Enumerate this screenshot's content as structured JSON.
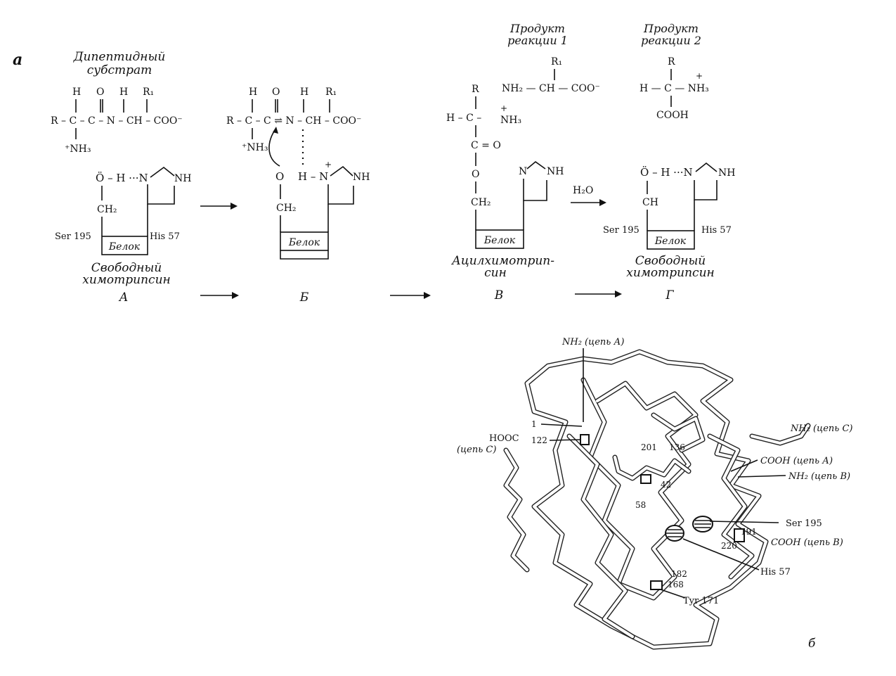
{
  "panel_a": {
    "panel_label": "а",
    "substrate_title": [
      "Дипептидный",
      "субстрат"
    ],
    "product1_title": [
      "Продукт",
      "реакции 1"
    ],
    "product2_title": [
      "Продукт",
      "реакции 2"
    ],
    "substrate_atoms": {
      "H_top1": "H",
      "O_top": "O",
      "H_top2": "H",
      "R1": "R₁",
      "chain": "R – C – C – N – CH – COO⁻",
      "NH3": "⁺NH₃"
    },
    "stage_A": {
      "imidazole_row": "Ö – H ···N",
      "NH": "NH",
      "CH2": "CH₂",
      "ser": "Ser 195",
      "his": "His 57",
      "protein": "Белок",
      "caption": [
        "Свободный",
        "химотрипсин"
      ],
      "letter": "А"
    },
    "stage_B": {
      "H1": "H",
      "O": "O",
      "H2": "H",
      "R1": "R₁",
      "chain": "R – C – C ⇌ N – CH – COO⁻",
      "NH3": "⁺NH₃",
      "O_ser": "O",
      "H_N": "H – N",
      "plus": "+",
      "NH": "NH",
      "CH2": "CH₂",
      "protein": "Белок",
      "letter": "Б"
    },
    "stage_V": {
      "R": "R",
      "H_C": "H – C – ",
      "NH3": "NH₃",
      "plus": "+",
      "CO": "C = O",
      "O": "O",
      "CH2": "CH₂",
      "N": "N",
      "NH": "NH",
      "protein": "Белок",
      "caption": [
        "Ацилхимотрип-",
        "син"
      ],
      "letter": "В"
    },
    "product1": {
      "R1": "R₁",
      "formula": "NH₂ — CH — COO⁻"
    },
    "product2": {
      "R": "R",
      "formula": "H — C — NH₃",
      "plus": "+",
      "COOH": "COOH"
    },
    "water": "H₂O",
    "stage_G": {
      "imidazole_row": "Ö – H ···N",
      "NH": "NH",
      "CH": "CH",
      "ser": "Ser 195",
      "his": "His 57",
      "protein": "Белок",
      "caption": [
        "Свободный",
        "химотрипсин"
      ],
      "letter": "Г"
    }
  },
  "panel_b": {
    "panel_label": "б",
    "labels": {
      "nh2_a": "NH₂ (цепь А)",
      "nh2_c": "NH₂ (цепь С)",
      "hooc": "HOOC",
      "chain_c": "(цепь С)",
      "cooh_a": "COOH (цепь А)",
      "nh2_b": "NH₂ (цепь В)",
      "ser195": "Ser 195",
      "cooh_b": "COOH (цепь В)",
      "his57": "His 57",
      "tyr171": "Tyr 171",
      "n1": "1",
      "n122": "122",
      "n201": "201",
      "n136": "136",
      "n42": "42",
      "n58": "58",
      "n191": "191",
      "n220": "220",
      "n182": "182",
      "n168": "168"
    }
  }
}
